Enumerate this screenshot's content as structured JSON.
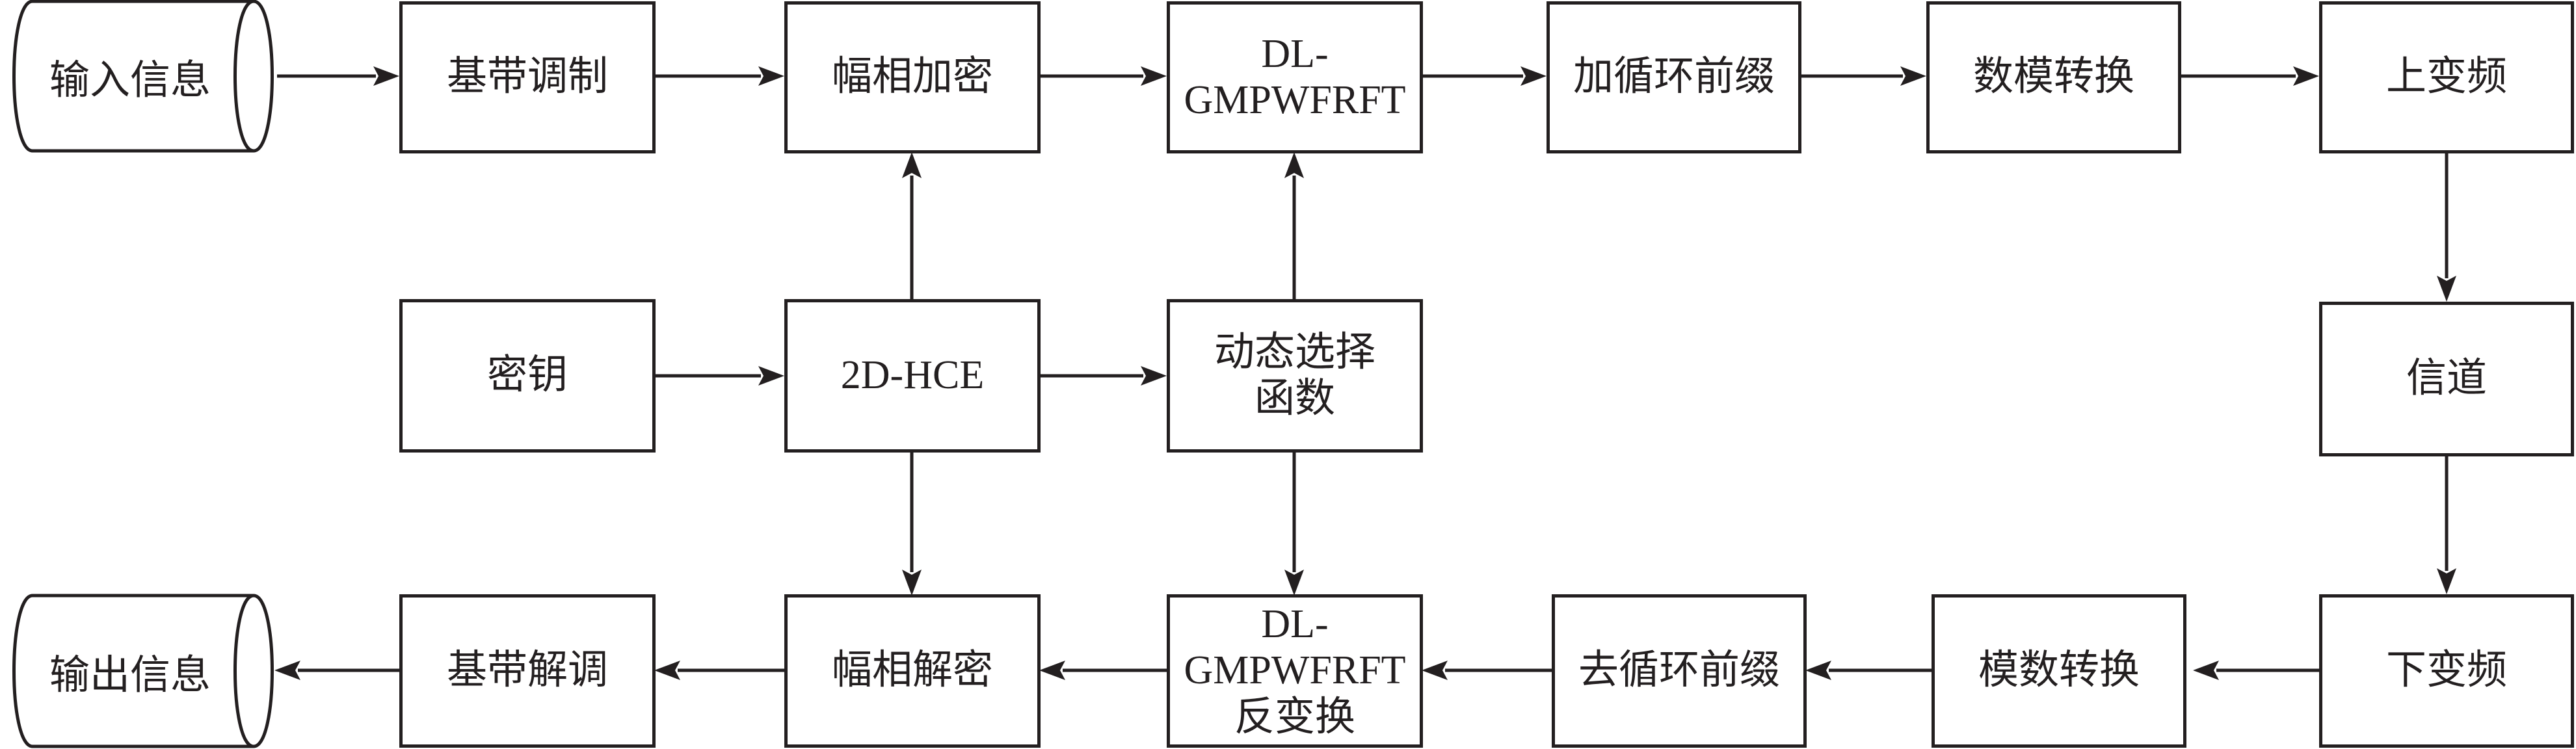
{
  "diagram": {
    "nodes": {
      "input_info": "输入信息",
      "baseband_mod": "基带调制",
      "amp_phase_encrypt": "幅相加密",
      "dl_gmpwfrft": [
        "DL-",
        "GMPWFRFT"
      ],
      "add_cp": "加循环前缀",
      "dac": "数模转换",
      "upconvert": "上变频",
      "key": "密钥",
      "hce_2d": "2D-HCE",
      "dynamic_select": [
        "动态选择",
        "函数"
      ],
      "channel": "信道",
      "output_info": "输出信息",
      "baseband_demod": "基带解调",
      "amp_phase_decrypt": "幅相解密",
      "dl_gmpwfrft_inverse": [
        "DL-",
        "GMPWFRFT",
        "反变换"
      ],
      "remove_cp": "去循环前缀",
      "adc": "模数转换",
      "downconvert": "下变频"
    },
    "colors": {
      "stroke": "#231f20",
      "fill": "#ffffff"
    }
  }
}
